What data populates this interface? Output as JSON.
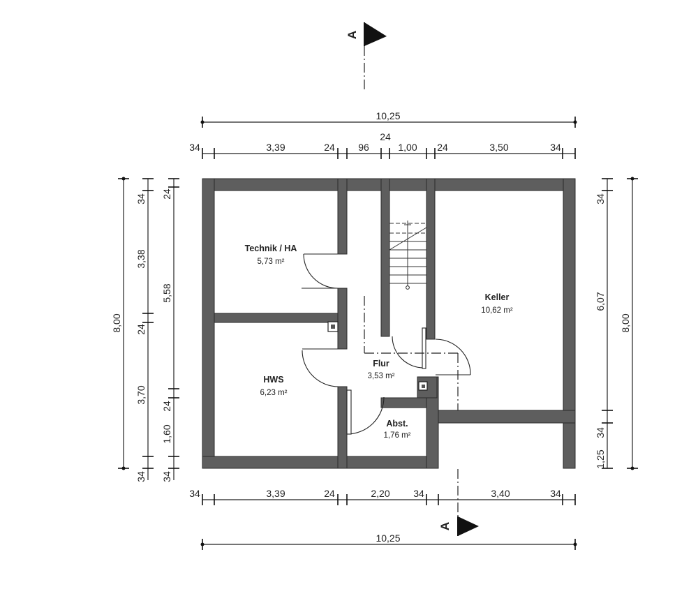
{
  "section_marker": {
    "label": "A"
  },
  "rooms": [
    {
      "name": "Technik / HA",
      "area": "5,73 m²"
    },
    {
      "name": "HWS",
      "area": "6,23 m²"
    },
    {
      "name": "Flur",
      "area": "3,53 m²"
    },
    {
      "name": "Abst.",
      "area": "1,76 m²"
    },
    {
      "name": "Keller",
      "area": "10,62 m²"
    }
  ],
  "dimensions": {
    "top_total": "10,25",
    "top_stair": "24",
    "top_chain": [
      "34",
      "3,39",
      "24",
      "96",
      "1,00",
      "24",
      "3,50",
      "34"
    ],
    "bottom_chain": [
      "34",
      "3,39",
      "24",
      "2,20",
      "34",
      "3,40",
      "34"
    ],
    "bottom_total": "10,25",
    "left_total": "8,00",
    "left_chain_outer": [
      "34",
      "3,38",
      "24",
      "3,70",
      "34"
    ],
    "left_chain_inner": [
      "24",
      "5,58",
      "24",
      "1,60",
      "34"
    ],
    "right_chain": [
      "34",
      "6,07",
      "34",
      "1,25"
    ],
    "right_total": "8,00"
  }
}
